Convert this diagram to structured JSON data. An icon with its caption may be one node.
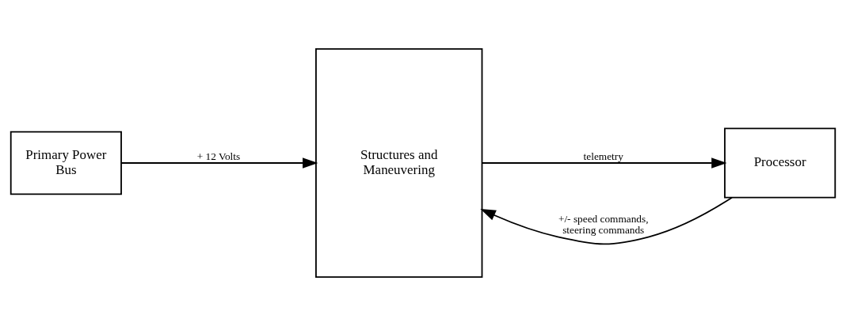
{
  "diagram": {
    "nodes": [
      {
        "text": [
          "Primary Power Bus"
        ]
      },
      {
        "text": [
          "Structures and Maneuvering"
        ]
      },
      {
        "text": [
          "Processor"
        ]
      }
    ],
    "edges": [
      {
        "from": 0,
        "to": 1,
        "arrow": "to",
        "label": "+ 12 Volts"
      },
      {
        "from": 2,
        "to": 1,
        "arrow": "to",
        "label": "+/- speed commands, steering commands"
      },
      {
        "from": 1,
        "to": 2,
        "arrow": "to",
        "label": "telemetry"
      }
    ]
  }
}
